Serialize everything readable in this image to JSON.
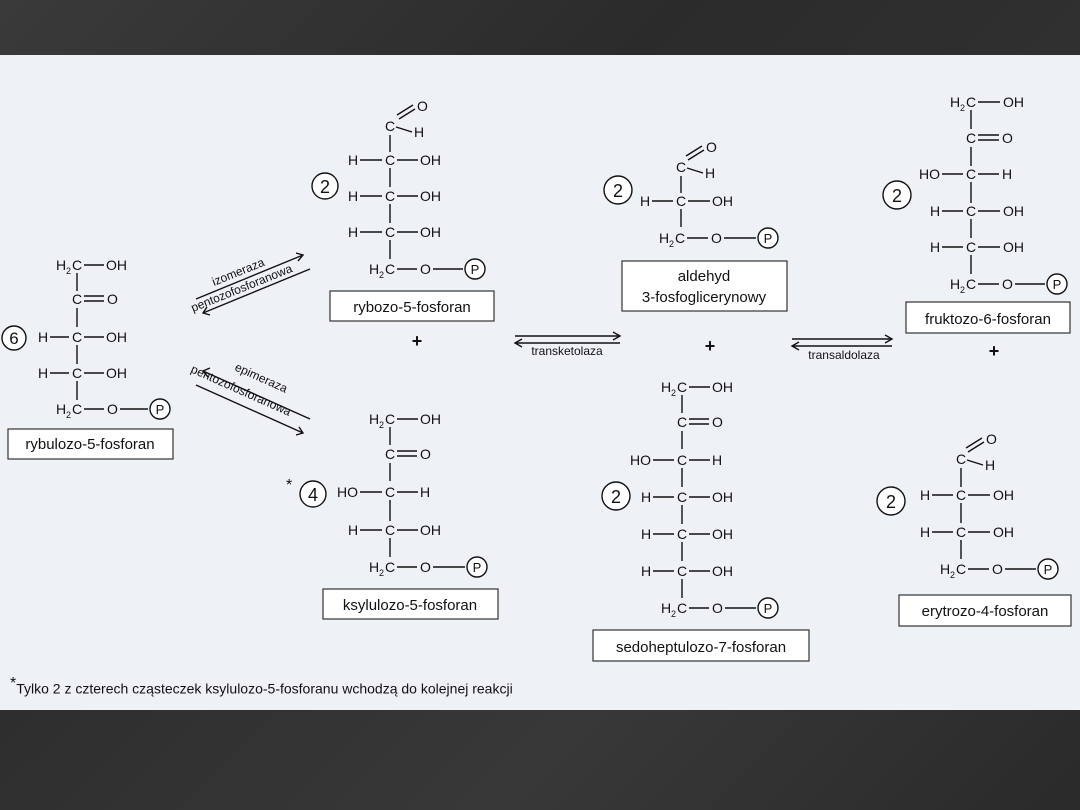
{
  "labels": {
    "rybulozo": "rybulozo-5-fosforan",
    "rybozo": "rybozo-5-fosforan",
    "ksylulozo": "ksylulozo-5-fosforan",
    "aldehyd_1": "aldehyd",
    "aldehyd_2": "3-fosfoglicerynowy",
    "sedoheptulozo": "sedoheptulozo-7-fosforan",
    "fruktozo": "fruktozo-6-fosforan",
    "erytrozo": "erytrozo-4-fosforan"
  },
  "enzymes": {
    "izomeraza_1": "izomeraza",
    "izomeraza_2": "pentozofosforanowa",
    "epimeraza_1": "epimeraza",
    "epimeraza_2": "pentozofosforanowa",
    "transketolaza": "transketolaza",
    "transaldolaza": "transaldolaza"
  },
  "coefficients": {
    "rybulozo": "6",
    "rybozo": "2",
    "ksylulozo": "4",
    "aldehyd": "2",
    "sedoheptulozo": "2",
    "fruktozo": "2",
    "erytrozo": "2"
  },
  "plus": "+",
  "asterisk": "*",
  "footnote": {
    "mark": "*",
    "text": "Tylko 2 z czterech cząsteczek ksylulozo-5-fosforanu wchodzą do kolejnej reakcji"
  },
  "chem": {
    "H": "H",
    "O": "O",
    "OH": "OH",
    "HO": "HO",
    "C": "C",
    "P": "P",
    "two": "2"
  }
}
